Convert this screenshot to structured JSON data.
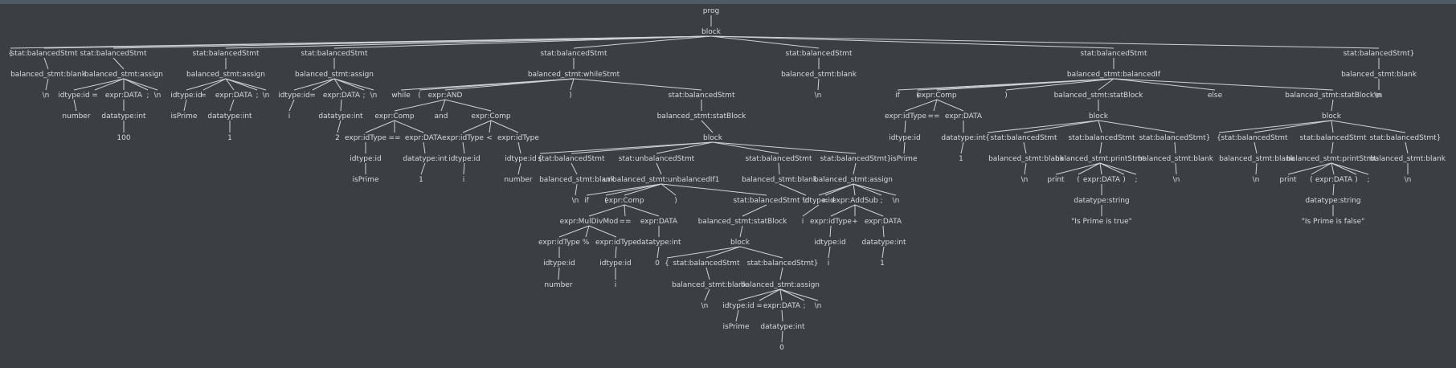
{
  "diagram_title": "",
  "nodes": [
    {
      "id": "prog",
      "label": "prog"
    },
    {
      "id": "block",
      "label": "block"
    },
    {
      "id": "lbrace",
      "label": "{"
    },
    {
      "id": "s1",
      "label": "stat:balancedStmt"
    },
    {
      "id": "s2",
      "label": "stat:balancedStmt"
    },
    {
      "id": "s3",
      "label": "stat:balancedStmt"
    },
    {
      "id": "s4",
      "label": "stat:balancedStmt"
    },
    {
      "id": "s5",
      "label": "stat:balancedStmt"
    },
    {
      "id": "s6",
      "label": "stat:balancedStmt"
    },
    {
      "id": "s7",
      "label": "stat:balancedStmt"
    },
    {
      "id": "s8",
      "label": "stat:balancedStmt}"
    },
    {
      "id": "b1",
      "label": "balanced_stmt:blank"
    },
    {
      "id": "b2",
      "label": "balanced_stmt:assign"
    },
    {
      "id": "b3",
      "label": "balanced_stmt:assign"
    },
    {
      "id": "b4",
      "label": "balanced_stmt:assign"
    },
    {
      "id": "b5",
      "label": "balanced_stmt:whileStmt"
    },
    {
      "id": "b6",
      "label": "balanced_stmt:blank"
    },
    {
      "id": "b7",
      "label": "balanced_stmt:balancedIf"
    },
    {
      "id": "b8",
      "label": "balanced_stmt:blank"
    },
    {
      "id": "nl1",
      "label": "\\n"
    },
    {
      "id": "a2id",
      "label": "idtype:id"
    },
    {
      "id": "a2eq",
      "label": "="
    },
    {
      "id": "a2ex",
      "label": "expr:DATA"
    },
    {
      "id": "a2sc",
      "label": ";"
    },
    {
      "id": "a2nl",
      "label": "\\n"
    },
    {
      "id": "a2var",
      "label": "number"
    },
    {
      "id": "a2dt",
      "label": "datatype:int"
    },
    {
      "id": "a2v",
      "label": "100"
    },
    {
      "id": "a3id",
      "label": "idtype:id"
    },
    {
      "id": "a3eq",
      "label": "="
    },
    {
      "id": "a3ex",
      "label": "expr:DATA"
    },
    {
      "id": "a3sc",
      "label": ";"
    },
    {
      "id": "a3nl",
      "label": "\\n"
    },
    {
      "id": "a3var",
      "label": "isPrime"
    },
    {
      "id": "a3dt",
      "label": "datatype:int"
    },
    {
      "id": "a3v",
      "label": "1"
    },
    {
      "id": "a4id",
      "label": "idtype:id"
    },
    {
      "id": "a4eq",
      "label": "="
    },
    {
      "id": "a4ex",
      "label": "expr:DATA"
    },
    {
      "id": "a4sc",
      "label": ";"
    },
    {
      "id": "a4nl",
      "label": "\\n"
    },
    {
      "id": "a4var",
      "label": "i"
    },
    {
      "id": "a4dt",
      "label": "datatype:int"
    },
    {
      "id": "a4v",
      "label": "2"
    },
    {
      "id": "wkw",
      "label": "while"
    },
    {
      "id": "wlp",
      "label": "("
    },
    {
      "id": "wand",
      "label": "expr:AND"
    },
    {
      "id": "wrp",
      "label": ")"
    },
    {
      "id": "wst",
      "label": "stat:balancedStmt"
    },
    {
      "id": "c1",
      "label": "expr:Comp"
    },
    {
      "id": "andkw",
      "label": "and"
    },
    {
      "id": "c2",
      "label": "expr:Comp"
    },
    {
      "id": "c1l",
      "label": "expr:idType"
    },
    {
      "id": "c1op",
      "label": "=="
    },
    {
      "id": "c1r",
      "label": "expr:DATA"
    },
    {
      "id": "c2l",
      "label": "expr:idType"
    },
    {
      "id": "c2op",
      "label": "<"
    },
    {
      "id": "c2r",
      "label": "expr:idType"
    },
    {
      "id": "c1lid",
      "label": "idtype:id"
    },
    {
      "id": "c1rdt",
      "label": "datatype:int"
    },
    {
      "id": "c2lid",
      "label": "idtype:id"
    },
    {
      "id": "c2rid",
      "label": "idtype:id"
    },
    {
      "id": "c1lv",
      "label": "isPrime"
    },
    {
      "id": "c1rv",
      "label": "1"
    },
    {
      "id": "c2lv",
      "label": "i"
    },
    {
      "id": "c2rv",
      "label": "number"
    },
    {
      "id": "wsb",
      "label": "balanced_stmt:statBlock"
    },
    {
      "id": "wblk",
      "label": "block"
    },
    {
      "id": "wlb",
      "label": "{"
    },
    {
      "id": "w1",
      "label": "stat:balancedStmt"
    },
    {
      "id": "w2",
      "label": "stat:unbalancedStmt"
    },
    {
      "id": "w3",
      "label": "stat:balancedStmt"
    },
    {
      "id": "w4",
      "label": "stat:balancedStmt}"
    },
    {
      "id": "w1b",
      "label": "balanced_stmt:blank"
    },
    {
      "id": "w2u",
      "label": "unbalanced_stmt:unbalancedIf1"
    },
    {
      "id": "w3b",
      "label": "balanced_stmt:blank"
    },
    {
      "id": "w4a",
      "label": "balanced_stmt:assign"
    },
    {
      "id": "w1nl",
      "label": "\\n"
    },
    {
      "id": "uif",
      "label": "if"
    },
    {
      "id": "ulp",
      "label": "("
    },
    {
      "id": "ucomp",
      "label": "expr:Comp"
    },
    {
      "id": "urp",
      "label": ")"
    },
    {
      "id": "ust",
      "label": "stat:balancedStmt"
    },
    {
      "id": "w3nl",
      "label": "\\n"
    },
    {
      "id": "umul",
      "label": "expr:MulDivMod"
    },
    {
      "id": "ueq",
      "label": "=="
    },
    {
      "id": "udata",
      "label": "expr:DATA"
    },
    {
      "id": "umidl",
      "label": "expr:idType"
    },
    {
      "id": "umop",
      "label": "%"
    },
    {
      "id": "umidr",
      "label": "expr:idType"
    },
    {
      "id": "udt",
      "label": "datatype:int"
    },
    {
      "id": "umidlid",
      "label": "idtype:id"
    },
    {
      "id": "umidrid",
      "label": "idtype:id"
    },
    {
      "id": "udtv",
      "label": "0"
    },
    {
      "id": "umidlv",
      "label": "number"
    },
    {
      "id": "umidrv",
      "label": "i"
    },
    {
      "id": "usb",
      "label": "balanced_stmt:statBlock"
    },
    {
      "id": "ublk",
      "label": "block"
    },
    {
      "id": "ulb",
      "label": "{"
    },
    {
      "id": "ub1",
      "label": "stat:balancedStmt"
    },
    {
      "id": "ub2",
      "label": "stat:balancedStmt}"
    },
    {
      "id": "ub1b",
      "label": "balanced_stmt:blank"
    },
    {
      "id": "ub2a",
      "label": "balanced_stmt:assign"
    },
    {
      "id": "ub1nl",
      "label": "\\n"
    },
    {
      "id": "ub2id",
      "label": "idtype:id"
    },
    {
      "id": "ub2eq",
      "label": "="
    },
    {
      "id": "ub2ex",
      "label": "expr:DATA"
    },
    {
      "id": "ub2sc",
      "label": ";"
    },
    {
      "id": "ub2nl",
      "label": "\\n"
    },
    {
      "id": "ub2var",
      "label": "isPrime"
    },
    {
      "id": "ub2dt",
      "label": "datatype:int"
    },
    {
      "id": "ub2v",
      "label": "0"
    },
    {
      "id": "w4id",
      "label": "idtype:id"
    },
    {
      "id": "w4eq",
      "label": "="
    },
    {
      "id": "w4ex",
      "label": "expr:AddSub"
    },
    {
      "id": "w4sc",
      "label": ";"
    },
    {
      "id": "w4nl",
      "label": "\\n"
    },
    {
      "id": "w4var",
      "label": "i"
    },
    {
      "id": "w4l",
      "label": "expr:idType"
    },
    {
      "id": "w4op",
      "label": "+"
    },
    {
      "id": "w4r",
      "label": "expr:DATA"
    },
    {
      "id": "w4lid",
      "label": "idtype:id"
    },
    {
      "id": "w4rdt",
      "label": "datatype:int"
    },
    {
      "id": "w4lv",
      "label": "i"
    },
    {
      "id": "w4rv",
      "label": "1"
    },
    {
      "id": "b6nl",
      "label": "\\n"
    },
    {
      "id": "iif",
      "label": "if"
    },
    {
      "id": "ilp",
      "label": "("
    },
    {
      "id": "icomp",
      "label": "expr:Comp"
    },
    {
      "id": "irp",
      "label": ")"
    },
    {
      "id": "isb",
      "label": "balanced_stmt:statBlock"
    },
    {
      "id": "ielse",
      "label": "else"
    },
    {
      "id": "isb2",
      "label": "balanced_stmt:statBlock\\n"
    },
    {
      "id": "icl",
      "label": "expr:idType"
    },
    {
      "id": "icop",
      "label": "=="
    },
    {
      "id": "icr",
      "label": "expr:DATA"
    },
    {
      "id": "iclid",
      "label": "idtype:id"
    },
    {
      "id": "icrdt",
      "label": "datatype:int"
    },
    {
      "id": "iclv",
      "label": "isPrime"
    },
    {
      "id": "icrv",
      "label": "1"
    },
    {
      "id": "iblk",
      "label": "block"
    },
    {
      "id": "ilb",
      "label": "{"
    },
    {
      "id": "ib1",
      "label": "stat:balancedStmt"
    },
    {
      "id": "ib2",
      "label": "stat:balancedStmt"
    },
    {
      "id": "ib3",
      "label": "stat:balancedStmt}"
    },
    {
      "id": "ib1b",
      "label": "balanced_stmt:blank"
    },
    {
      "id": "ib2p",
      "label": "balanced_stmt:printStmt"
    },
    {
      "id": "ib3b",
      "label": "balanced_stmt:blank"
    },
    {
      "id": "ib1nl",
      "label": "\\n"
    },
    {
      "id": "ipkw",
      "label": "print"
    },
    {
      "id": "iplp",
      "label": "("
    },
    {
      "id": "ipex",
      "label": "expr:DATA"
    },
    {
      "id": "iprp",
      "label": ")"
    },
    {
      "id": "ipsc",
      "label": ";"
    },
    {
      "id": "ib3nl",
      "label": "\\n"
    },
    {
      "id": "ipdt",
      "label": "datatype:string"
    },
    {
      "id": "ipv",
      "label": "\"Is Prime is true\""
    },
    {
      "id": "eblk",
      "label": "block"
    },
    {
      "id": "elb",
      "label": "{"
    },
    {
      "id": "eb1",
      "label": "stat:balancedStmt"
    },
    {
      "id": "eb2",
      "label": "stat:balancedStmt"
    },
    {
      "id": "eb3",
      "label": "stat:balancedStmt}"
    },
    {
      "id": "eb1b",
      "label": "balanced_stmt:blank"
    },
    {
      "id": "eb2p",
      "label": "balanced_stmt:printStmt"
    },
    {
      "id": "eb3b",
      "label": "balanced_stmt:blank"
    },
    {
      "id": "eb1nl",
      "label": "\\n"
    },
    {
      "id": "epkw",
      "label": "print"
    },
    {
      "id": "eplp",
      "label": "("
    },
    {
      "id": "epex",
      "label": "expr:DATA"
    },
    {
      "id": "eprp",
      "label": ")"
    },
    {
      "id": "epsc",
      "label": ";"
    },
    {
      "id": "eb3nl",
      "label": "\\n"
    },
    {
      "id": "epdt",
      "label": "datatype:string"
    },
    {
      "id": "epv",
      "label": "\"Is Prime is false\""
    },
    {
      "id": "b8nl",
      "label": "\\n"
    }
  ],
  "edges": [
    [
      "prog",
      "block"
    ],
    [
      "block",
      "lbrace"
    ],
    [
      "block",
      "s1"
    ],
    [
      "block",
      "s2"
    ],
    [
      "block",
      "s3"
    ],
    [
      "block",
      "s4"
    ],
    [
      "block",
      "s5"
    ],
    [
      "block",
      "s6"
    ],
    [
      "block",
      "s7"
    ],
    [
      "block",
      "s8"
    ],
    [
      "s1",
      "b1"
    ],
    [
      "s2",
      "b2"
    ],
    [
      "s3",
      "b3"
    ],
    [
      "s4",
      "b4"
    ],
    [
      "s5",
      "b5"
    ],
    [
      "s6",
      "b6"
    ],
    [
      "s7",
      "b7"
    ],
    [
      "s8",
      "b8"
    ],
    [
      "b1",
      "nl1"
    ],
    [
      "b2",
      "a2id"
    ],
    [
      "b2",
      "a2eq"
    ],
    [
      "b2",
      "a2ex"
    ],
    [
      "b2",
      "a2sc"
    ],
    [
      "b2",
      "a2nl"
    ],
    [
      "a2id",
      "a2var"
    ],
    [
      "a2ex",
      "a2dt"
    ],
    [
      "a2dt",
      "a2v"
    ],
    [
      "b3",
      "a3id"
    ],
    [
      "b3",
      "a3eq"
    ],
    [
      "b3",
      "a3ex"
    ],
    [
      "b3",
      "a3sc"
    ],
    [
      "b3",
      "a3nl"
    ],
    [
      "a3id",
      "a3var"
    ],
    [
      "a3ex",
      "a3dt"
    ],
    [
      "a3dt",
      "a3v"
    ],
    [
      "b4",
      "a4id"
    ],
    [
      "b4",
      "a4eq"
    ],
    [
      "b4",
      "a4ex"
    ],
    [
      "b4",
      "a4sc"
    ],
    [
      "b4",
      "a4nl"
    ],
    [
      "a4id",
      "a4var"
    ],
    [
      "a4ex",
      "a4dt"
    ],
    [
      "a4dt",
      "a4v"
    ],
    [
      "b5",
      "wkw"
    ],
    [
      "b5",
      "wlp"
    ],
    [
      "b5",
      "wand"
    ],
    [
      "b5",
      "wrp"
    ],
    [
      "b5",
      "wst"
    ],
    [
      "wand",
      "c1"
    ],
    [
      "wand",
      "andkw"
    ],
    [
      "wand",
      "c2"
    ],
    [
      "c1",
      "c1l"
    ],
    [
      "c1",
      "c1op"
    ],
    [
      "c1",
      "c1r"
    ],
    [
      "c2",
      "c2l"
    ],
    [
      "c2",
      "c2op"
    ],
    [
      "c2",
      "c2r"
    ],
    [
      "c1l",
      "c1lid"
    ],
    [
      "c1r",
      "c1rdt"
    ],
    [
      "c2l",
      "c2lid"
    ],
    [
      "c2r",
      "c2rid"
    ],
    [
      "c1lid",
      "c1lv"
    ],
    [
      "c1rdt",
      "c1rv"
    ],
    [
      "c2lid",
      "c2lv"
    ],
    [
      "c2rid",
      "c2rv"
    ],
    [
      "wst",
      "wsb"
    ],
    [
      "wsb",
      "wblk"
    ],
    [
      "wblk",
      "wlb"
    ],
    [
      "wblk",
      "w1"
    ],
    [
      "wblk",
      "w2"
    ],
    [
      "wblk",
      "w3"
    ],
    [
      "wblk",
      "w4"
    ],
    [
      "w1",
      "w1b"
    ],
    [
      "w2",
      "w2u"
    ],
    [
      "w3",
      "w3b"
    ],
    [
      "w4",
      "w4a"
    ],
    [
      "w1b",
      "w1nl"
    ],
    [
      "w2u",
      "uif"
    ],
    [
      "w2u",
      "ulp"
    ],
    [
      "w2u",
      "ucomp"
    ],
    [
      "w2u",
      "urp"
    ],
    [
      "w2u",
      "ust"
    ],
    [
      "w3b",
      "w3nl"
    ],
    [
      "ucomp",
      "umul"
    ],
    [
      "ucomp",
      "ueq"
    ],
    [
      "ucomp",
      "udata"
    ],
    [
      "umul",
      "umidl"
    ],
    [
      "umul",
      "umop"
    ],
    [
      "umul",
      "umidr"
    ],
    [
      "udata",
      "udt"
    ],
    [
      "umidl",
      "umidlid"
    ],
    [
      "umidr",
      "umidrid"
    ],
    [
      "udt",
      "udtv"
    ],
    [
      "umidlid",
      "umidlv"
    ],
    [
      "umidrid",
      "umidrv"
    ],
    [
      "ust",
      "usb"
    ],
    [
      "usb",
      "ublk"
    ],
    [
      "ublk",
      "ulb"
    ],
    [
      "ublk",
      "ub1"
    ],
    [
      "ublk",
      "ub2"
    ],
    [
      "ub1",
      "ub1b"
    ],
    [
      "ub2",
      "ub2a"
    ],
    [
      "ub1b",
      "ub1nl"
    ],
    [
      "ub2a",
      "ub2id"
    ],
    [
      "ub2a",
      "ub2eq"
    ],
    [
      "ub2a",
      "ub2ex"
    ],
    [
      "ub2a",
      "ub2sc"
    ],
    [
      "ub2a",
      "ub2nl"
    ],
    [
      "ub2id",
      "ub2var"
    ],
    [
      "ub2ex",
      "ub2dt"
    ],
    [
      "ub2dt",
      "ub2v"
    ],
    [
      "w4a",
      "w4id"
    ],
    [
      "w4a",
      "w4eq"
    ],
    [
      "w4a",
      "w4ex"
    ],
    [
      "w4a",
      "w4sc"
    ],
    [
      "w4a",
      "w4nl"
    ],
    [
      "w4id",
      "w4var"
    ],
    [
      "w4ex",
      "w4l"
    ],
    [
      "w4ex",
      "w4op"
    ],
    [
      "w4ex",
      "w4r"
    ],
    [
      "w4l",
      "w4lid"
    ],
    [
      "w4r",
      "w4rdt"
    ],
    [
      "w4lid",
      "w4lv"
    ],
    [
      "w4rdt",
      "w4rv"
    ],
    [
      "b6",
      "b6nl"
    ],
    [
      "b7",
      "iif"
    ],
    [
      "b7",
      "ilp"
    ],
    [
      "b7",
      "icomp"
    ],
    [
      "b7",
      "irp"
    ],
    [
      "b7",
      "isb"
    ],
    [
      "b7",
      "ielse"
    ],
    [
      "b7",
      "isb2"
    ],
    [
      "icomp",
      "icl"
    ],
    [
      "icomp",
      "icop"
    ],
    [
      "icomp",
      "icr"
    ],
    [
      "icl",
      "iclid"
    ],
    [
      "icr",
      "icrdt"
    ],
    [
      "iclid",
      "iclv"
    ],
    [
      "icrdt",
      "icrv"
    ],
    [
      "isb",
      "iblk"
    ],
    [
      "iblk",
      "ilb"
    ],
    [
      "iblk",
      "ib1"
    ],
    [
      "iblk",
      "ib2"
    ],
    [
      "iblk",
      "ib3"
    ],
    [
      "ib1",
      "ib1b"
    ],
    [
      "ib2",
      "ib2p"
    ],
    [
      "ib3",
      "ib3b"
    ],
    [
      "ib1b",
      "ib1nl"
    ],
    [
      "ib2p",
      "ipkw"
    ],
    [
      "ib2p",
      "iplp"
    ],
    [
      "ib2p",
      "ipex"
    ],
    [
      "ib2p",
      "iprp"
    ],
    [
      "ib2p",
      "ipsc"
    ],
    [
      "ib3b",
      "ib3nl"
    ],
    [
      "ipex",
      "ipdt"
    ],
    [
      "ipdt",
      "ipv"
    ],
    [
      "isb2",
      "eblk"
    ],
    [
      "eblk",
      "elb"
    ],
    [
      "eblk",
      "eb1"
    ],
    [
      "eblk",
      "eb2"
    ],
    [
      "eblk",
      "eb3"
    ],
    [
      "eb1",
      "eb1b"
    ],
    [
      "eb2",
      "eb2p"
    ],
    [
      "eb3",
      "eb3b"
    ],
    [
      "eb1b",
      "eb1nl"
    ],
    [
      "eb2p",
      "epkw"
    ],
    [
      "eb2p",
      "eplp"
    ],
    [
      "eb2p",
      "epex"
    ],
    [
      "eb2p",
      "eprp"
    ],
    [
      "eb2p",
      "epsc"
    ],
    [
      "eb3b",
      "eb3nl"
    ],
    [
      "epex",
      "epdt"
    ],
    [
      "epdt",
      "epv"
    ],
    [
      "b8",
      "b8nl"
    ]
  ]
}
